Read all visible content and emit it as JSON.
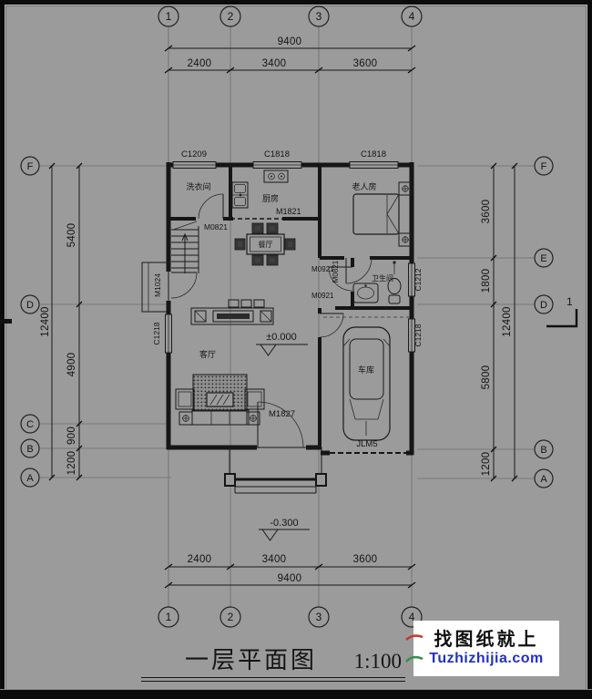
{
  "title": {
    "text": "一层平面图",
    "scale": "1:100"
  },
  "watermark": {
    "line1": "找图纸就上",
    "line2": "Tuzhizhijia.com",
    "link_color": "#2231c2"
  },
  "grid": {
    "top": [
      "1",
      "2",
      "3",
      "4"
    ],
    "bottom": [
      "1",
      "2",
      "3",
      "4"
    ],
    "left": [
      "F",
      "D",
      "C",
      "B",
      "A"
    ],
    "right": [
      "F",
      "E",
      "D",
      "B",
      "A"
    ],
    "section": "1"
  },
  "dims": {
    "top_total": "9400",
    "top_segs": [
      "2400",
      "3400",
      "3600"
    ],
    "bottom_total": "9400",
    "bottom_segs": [
      "2400",
      "3400",
      "3600"
    ],
    "left_total": "12400",
    "left_segs": [
      "5400",
      "4900",
      "900",
      "1200"
    ],
    "right_total": "12400",
    "right_segs": [
      "3600",
      "1800",
      "5800",
      "1200"
    ]
  },
  "levels": {
    "main": "±0.000",
    "porch": "-0.300"
  },
  "rooms": {
    "laundry": "洗衣间",
    "kitchen": "厨房",
    "dining": "餐厅",
    "elder": "老人房",
    "bath": "卫生间",
    "living": "客厅",
    "garage": "车库"
  },
  "openings": {
    "c1209": "C1209",
    "c1818_a": "C1818",
    "c1818_b": "C1818",
    "m1821": "M1821",
    "m0821_a": "M0821",
    "m0821_b": "M0821",
    "m1024": "M1024",
    "c1218_a": "C1218",
    "c1218_b": "C1218",
    "m0921_a": "M0921",
    "m0921_b": "M0921",
    "c1212": "C1212",
    "m1827": "M1827",
    "jlm5": "JLM5"
  }
}
